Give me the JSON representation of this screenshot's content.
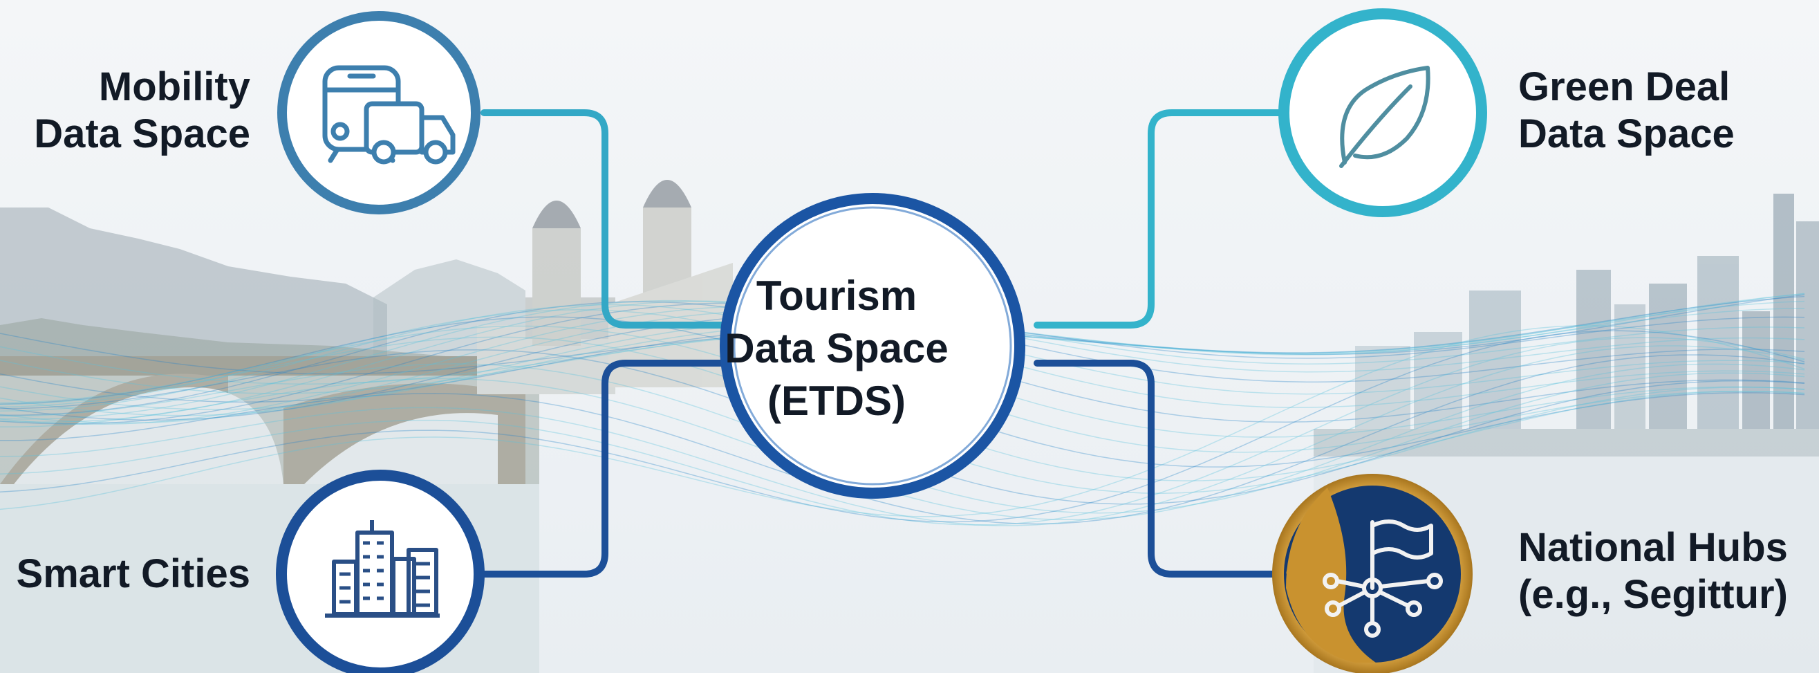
{
  "center": {
    "line1": "Tourism",
    "line2": "Data Space",
    "line3": "(ETDS)"
  },
  "nodes": {
    "mobility": {
      "line1": "Mobility",
      "line2": "Data Space",
      "icon": "bus-and-truck-icon"
    },
    "green_deal": {
      "line1": "Green Deal",
      "line2": "Data Space",
      "icon": "leaf-icon"
    },
    "smart_cities": {
      "line1": "Smart Cities",
      "icon": "buildings-icon"
    },
    "national_hubs": {
      "line1": "National Hubs",
      "line2": "(e.g., Segittur)",
      "icon": "flag-network-icon"
    }
  },
  "colors": {
    "dark_blue": "#1a4e96",
    "mid_blue": "#2b67ad",
    "steel_blue": "#3f7fae",
    "teal": "#33b3cb",
    "gold": "#c9922f",
    "navy": "#123a73",
    "text": "#121a26"
  }
}
